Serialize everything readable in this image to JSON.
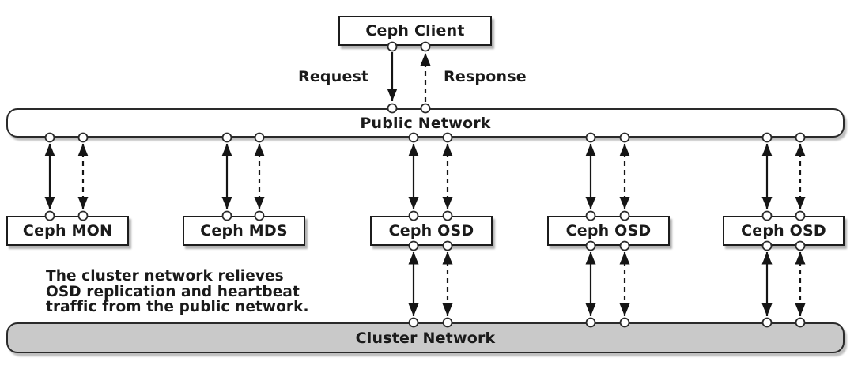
{
  "diagram": {
    "title_implicit": "Ceph network architecture",
    "client": {
      "label": "Ceph Client"
    },
    "request_label": "Request",
    "response_label": "Response",
    "public_network": {
      "label": "Public Network"
    },
    "nodes": [
      {
        "label": "Ceph MON"
      },
      {
        "label": "Ceph MDS"
      },
      {
        "label": "Ceph OSD"
      },
      {
        "label": "Ceph OSD"
      },
      {
        "label": "Ceph OSD"
      }
    ],
    "cluster_network": {
      "label": "Cluster Network"
    },
    "annotation_lines": [
      "The cluster network relieves",
      "OSD replication and heartbeat",
      "traffic from the public network."
    ],
    "colors": {
      "line": "#151515",
      "box_fill": "#ffffff",
      "cluster_fill": "#c9c9c9",
      "background": "#ffffff"
    }
  }
}
